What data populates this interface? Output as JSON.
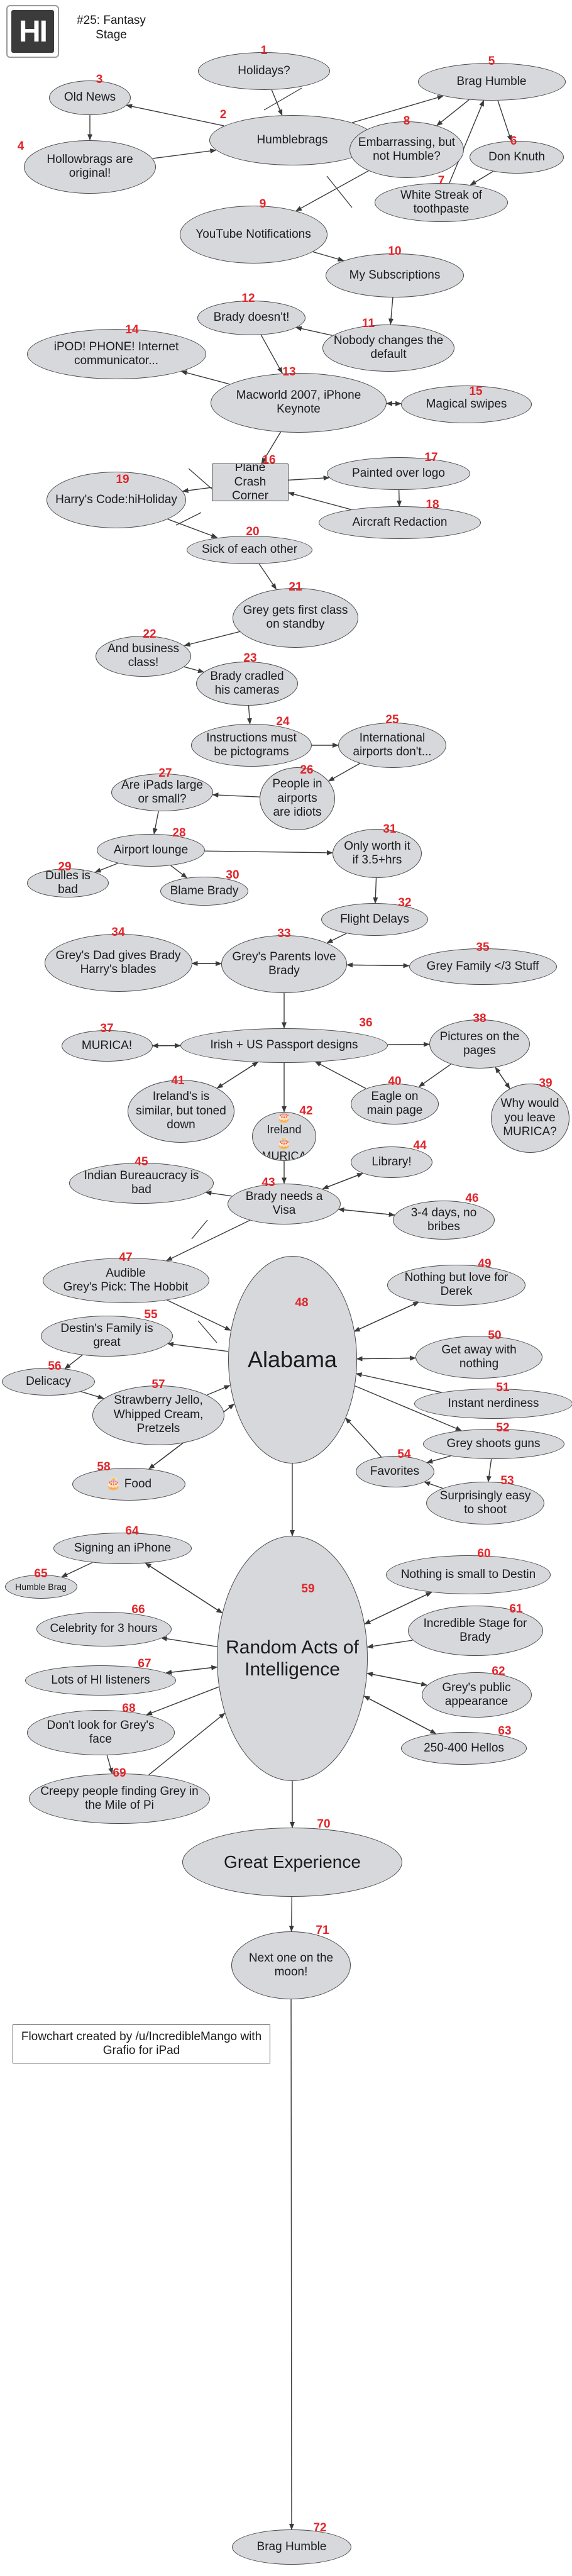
{
  "header": {
    "logo_text": "HI",
    "title": "#25: Fantasy Stage"
  },
  "nodes": [
    {
      "id": "n1",
      "num": "1",
      "text": "Holidays?"
    },
    {
      "id": "n2",
      "num": "2",
      "text": "Humblebrags"
    },
    {
      "id": "n3",
      "num": "3",
      "text": "Old News"
    },
    {
      "id": "n4",
      "num": "4",
      "text": "Hollowbrags are original!"
    },
    {
      "id": "n5",
      "num": "5",
      "text": "Brag Humble"
    },
    {
      "id": "n6",
      "num": "6",
      "text": "Don Knuth"
    },
    {
      "id": "n7",
      "num": "7",
      "text": "White Streak of toothpaste"
    },
    {
      "id": "n8",
      "num": "8",
      "text": "Embarrassing, but not Humble?"
    },
    {
      "id": "n9",
      "num": "9",
      "text": "YouTube Notifications"
    },
    {
      "id": "n10",
      "num": "10",
      "text": "My Subscriptions"
    },
    {
      "id": "n11",
      "num": "11",
      "text": "Nobody changes the default"
    },
    {
      "id": "n12",
      "num": "12",
      "text": "Brady doesn't!"
    },
    {
      "id": "n13",
      "num": "13",
      "text": "Macworld 2007, iPhone Keynote"
    },
    {
      "id": "n14",
      "num": "14",
      "text": "iPOD! PHONE! Internet communicator..."
    },
    {
      "id": "n15",
      "num": "15",
      "text": "Magical swipes"
    },
    {
      "id": "n16",
      "num": "16",
      "text": "Plane Crash Corner"
    },
    {
      "id": "n17",
      "num": "17",
      "text": "Painted over logo"
    },
    {
      "id": "n18",
      "num": "18",
      "text": "Aircraft Redaction"
    },
    {
      "id": "n19",
      "num": "19",
      "text": "Harry's Code:hiHoliday"
    },
    {
      "id": "n20",
      "num": "20",
      "text": "Sick of each other"
    },
    {
      "id": "n21",
      "num": "21",
      "text": "Grey gets first class on standby"
    },
    {
      "id": "n22",
      "num": "22",
      "text": "And business class!"
    },
    {
      "id": "n23",
      "num": "23",
      "text": "Brady cradled his cameras"
    },
    {
      "id": "n24",
      "num": "24",
      "text": "Instructions must be pictograms"
    },
    {
      "id": "n25",
      "num": "25",
      "text": "International airports don't..."
    },
    {
      "id": "n26",
      "num": "26",
      "text": "People in airports are idiots"
    },
    {
      "id": "n27",
      "num": "27",
      "text": "Are iPads large or small?"
    },
    {
      "id": "n28",
      "num": "28",
      "text": "Airport lounge"
    },
    {
      "id": "n29",
      "num": "29",
      "text": "Dulles is bad"
    },
    {
      "id": "n30",
      "num": "30",
      "text": "Blame Brady"
    },
    {
      "id": "n31",
      "num": "31",
      "text": "Only worth it if 3.5+hrs"
    },
    {
      "id": "n32",
      "num": "32",
      "text": "Flight Delays"
    },
    {
      "id": "n33",
      "num": "33",
      "text": "Grey's Parents love Brady"
    },
    {
      "id": "n34",
      "num": "34",
      "text": "Grey's Dad gives Brady Harry's blades"
    },
    {
      "id": "n35",
      "num": "35",
      "text": "Grey Family </3 Stuff"
    },
    {
      "id": "n36",
      "num": "36",
      "text": "Irish + US Passport designs"
    },
    {
      "id": "n37",
      "num": "37",
      "text": "MURICA!"
    },
    {
      "id": "n38",
      "num": "38",
      "text": "Pictures on the pages"
    },
    {
      "id": "n39",
      "num": "39",
      "text": "Why would you leave MURICA?"
    },
    {
      "id": "n40",
      "num": "40",
      "text": "Eagle on main page"
    },
    {
      "id": "n41",
      "num": "41",
      "text": "Ireland's is similar, but toned down"
    },
    {
      "id": "n42",
      "num": "42",
      "text": "🎂 Ireland\n🎂 MURICA"
    },
    {
      "id": "n43",
      "num": "43",
      "text": "Brady needs a Visa"
    },
    {
      "id": "n44",
      "num": "44",
      "text": "Library!"
    },
    {
      "id": "n45",
      "num": "45",
      "text": "Indian Bureaucracy is bad"
    },
    {
      "id": "n46",
      "num": "46",
      "text": "3-4 days, no bribes"
    },
    {
      "id": "n47",
      "num": "47",
      "text": "Audible\nGrey's Pick: The Hobbit"
    },
    {
      "id": "n48",
      "num": "48",
      "text": "Alabama"
    },
    {
      "id": "n49",
      "num": "49",
      "text": "Nothing but love for Derek"
    },
    {
      "id": "n50",
      "num": "50",
      "text": "Get away with nothing"
    },
    {
      "id": "n51",
      "num": "51",
      "text": "Instant nerdiness"
    },
    {
      "id": "n52",
      "num": "52",
      "text": "Grey shoots guns"
    },
    {
      "id": "n53",
      "num": "53",
      "text": "Surprisingly easy to shoot"
    },
    {
      "id": "n54",
      "num": "54",
      "text": "Favorites"
    },
    {
      "id": "n55",
      "num": "55",
      "text": "Destin's Family is great"
    },
    {
      "id": "n56",
      "num": "56",
      "text": "Delicacy"
    },
    {
      "id": "n57",
      "num": "57",
      "text": "Strawberry Jello, Whipped Cream, Pretzels"
    },
    {
      "id": "n58",
      "num": "58",
      "text": "🎂 Food"
    },
    {
      "id": "n59",
      "num": "59",
      "text": "Random Acts of Intelligence"
    },
    {
      "id": "n60",
      "num": "60",
      "text": "Nothing is small to Destin"
    },
    {
      "id": "n61",
      "num": "61",
      "text": "Incredible Stage for Brady"
    },
    {
      "id": "n62",
      "num": "62",
      "text": "Grey's public appearance"
    },
    {
      "id": "n63",
      "num": "63",
      "text": "250-400 Hellos"
    },
    {
      "id": "n64",
      "num": "64",
      "text": "Signing an iPhone"
    },
    {
      "id": "n65",
      "num": "65",
      "text": "Humble Brag"
    },
    {
      "id": "n66",
      "num": "66",
      "text": "Celebrity for 3 hours"
    },
    {
      "id": "n67",
      "num": "67",
      "text": "Lots of HI listeners"
    },
    {
      "id": "n68",
      "num": "68",
      "text": "Don't look for Grey's face"
    },
    {
      "id": "n69",
      "num": "69",
      "text": "Creepy people finding Grey in the Mile of Pi"
    },
    {
      "id": "n70",
      "num": "70",
      "text": "Great Experience"
    },
    {
      "id": "n71",
      "num": "71",
      "text": "Next one on the moon!"
    },
    {
      "id": "n72",
      "num": "72",
      "text": "Brag Humble"
    },
    {
      "id": "credit",
      "num": "",
      "text": "Flowchart created by /u/IncredibleMango with Grafio for iPad"
    }
  ],
  "edges": [
    [
      "n1",
      "n2"
    ],
    [
      "n2",
      "n3"
    ],
    [
      "n3",
      "n4"
    ],
    [
      "n4",
      "n2"
    ],
    [
      "n2",
      "n5"
    ],
    [
      "n5",
      "n6"
    ],
    [
      "n6",
      "n7"
    ],
    [
      "n7",
      "n5"
    ],
    [
      "n5",
      "n8"
    ],
    [
      "n8",
      "n9"
    ],
    [
      "n9",
      "n10"
    ],
    [
      "n10",
      "n11"
    ],
    [
      "n11",
      "n12"
    ],
    [
      "n12",
      "n13"
    ],
    [
      "n13",
      "n14"
    ],
    [
      "n13",
      "n15"
    ],
    [
      "n15",
      "n13"
    ],
    [
      "n13",
      "n16"
    ],
    [
      "n16",
      "n17"
    ],
    [
      "n17",
      "n18"
    ],
    [
      "n18",
      "n16"
    ],
    [
      "n16",
      "n19"
    ],
    [
      "n19",
      "n20"
    ],
    [
      "n20",
      "n21"
    ],
    [
      "n21",
      "n22"
    ],
    [
      "n22",
      "n23"
    ],
    [
      "n23",
      "n24"
    ],
    [
      "n24",
      "n25"
    ],
    [
      "n25",
      "n26"
    ],
    [
      "n26",
      "n27"
    ],
    [
      "n27",
      "n28"
    ],
    [
      "n28",
      "n29"
    ],
    [
      "n28",
      "n30"
    ],
    [
      "n28",
      "n31"
    ],
    [
      "n31",
      "n32"
    ],
    [
      "n32",
      "n33"
    ],
    [
      "n33",
      "n34"
    ],
    [
      "n34",
      "n33"
    ],
    [
      "n33",
      "n35"
    ],
    [
      "n35",
      "n33"
    ],
    [
      "n33",
      "n36"
    ],
    [
      "n36",
      "n37"
    ],
    [
      "n37",
      "n36"
    ],
    [
      "n36",
      "n38"
    ],
    [
      "n38",
      "n39"
    ],
    [
      "n39",
      "n38"
    ],
    [
      "n38",
      "n40"
    ],
    [
      "n40",
      "n36"
    ],
    [
      "n36",
      "n41"
    ],
    [
      "n41",
      "n36"
    ],
    [
      "n36",
      "n42"
    ],
    [
      "n42",
      "n43"
    ],
    [
      "n43",
      "n44"
    ],
    [
      "n44",
      "n43"
    ],
    [
      "n43",
      "n45"
    ],
    [
      "n43",
      "n46"
    ],
    [
      "n46",
      "n43"
    ],
    [
      "n43",
      "n47"
    ],
    [
      "n47",
      "n48"
    ],
    [
      "n49",
      "n48"
    ],
    [
      "n48",
      "n49"
    ],
    [
      "n50",
      "n48"
    ],
    [
      "n48",
      "n50"
    ],
    [
      "n51",
      "n48"
    ],
    [
      "n48",
      "n52"
    ],
    [
      "n52",
      "n54"
    ],
    [
      "n54",
      "n48"
    ],
    [
      "n52",
      "n53"
    ],
    [
      "n53",
      "n54"
    ],
    [
      "n48",
      "n55"
    ],
    [
      "n55",
      "n56"
    ],
    [
      "n56",
      "n57"
    ],
    [
      "n57",
      "n48"
    ],
    [
      "n48",
      "n58"
    ],
    [
      "n58",
      "n48"
    ],
    [
      "n48",
      "n59"
    ],
    [
      "n59",
      "n64"
    ],
    [
      "n64",
      "n65"
    ],
    [
      "n64",
      "n59"
    ],
    [
      "n59",
      "n66"
    ],
    [
      "n59",
      "n67"
    ],
    [
      "n67",
      "n59"
    ],
    [
      "n59",
      "n68"
    ],
    [
      "n68",
      "n69"
    ],
    [
      "n69",
      "n59"
    ],
    [
      "n60",
      "n59"
    ],
    [
      "n59",
      "n60"
    ],
    [
      "n61",
      "n59"
    ],
    [
      "n59",
      "n62"
    ],
    [
      "n62",
      "n59"
    ],
    [
      "n59",
      "n63"
    ],
    [
      "n63",
      "n59"
    ],
    [
      "n59",
      "n70"
    ],
    [
      "n70",
      "n71"
    ],
    [
      "n71",
      "n72"
    ]
  ],
  "colors": {
    "node_fill": "#d6d8dc",
    "node_stroke": "#4a4a4a",
    "number": "#e3252a",
    "edge": "#3a3a3a"
  }
}
